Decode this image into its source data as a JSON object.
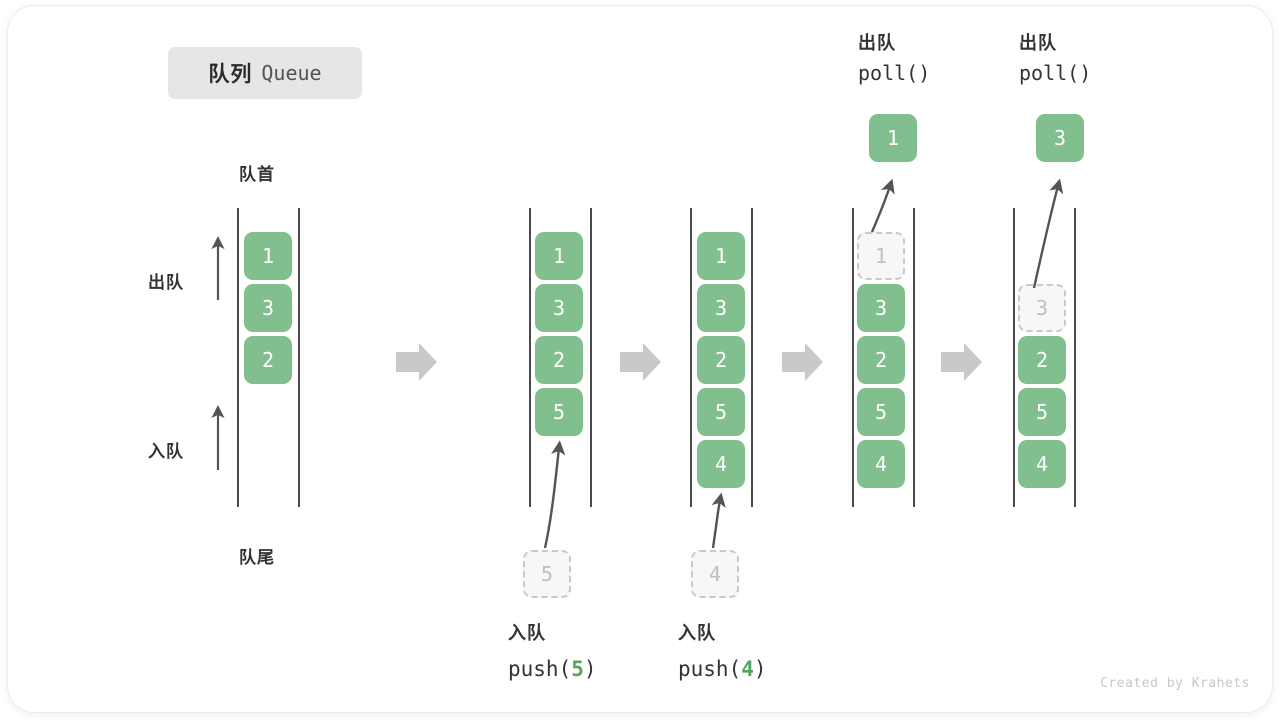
{
  "diagram": {
    "title_cn": "队列",
    "title_en": "Queue",
    "watermark": "Created by Krahets",
    "accent_green": "#81bf8e",
    "accent_green_text": "#54a55f",
    "ghost_fill": "#f7f7f7",
    "ghost_border": "#c9c9c9",
    "rail_color": "#4a4a4a",
    "arrow_color": "#c9c9c9"
  },
  "labels": {
    "front": "队首",
    "rear": "队尾",
    "dequeue": "出队",
    "enqueue": "入队"
  },
  "steps": [
    {
      "id": "initial",
      "header_cn": "",
      "header_code": "",
      "items": [
        {
          "value": "1",
          "state": "filled"
        },
        {
          "value": "3",
          "state": "filled"
        },
        {
          "value": "2",
          "state": "filled"
        }
      ],
      "incoming": null,
      "outgoing": null,
      "footer_cn": "",
      "footer_code": ""
    },
    {
      "id": "after-push-5",
      "header_cn": "",
      "header_code": "",
      "items": [
        {
          "value": "1",
          "state": "filled"
        },
        {
          "value": "3",
          "state": "filled"
        },
        {
          "value": "2",
          "state": "filled"
        },
        {
          "value": "5",
          "state": "filled"
        }
      ],
      "incoming": {
        "value": "5",
        "state": "ghost"
      },
      "outgoing": null,
      "footer_cn": "入队",
      "footer_code_prefix": "push(",
      "footer_code_arg": "5",
      "footer_code_suffix": ")"
    },
    {
      "id": "after-push-4",
      "header_cn": "",
      "header_code": "",
      "items": [
        {
          "value": "1",
          "state": "filled"
        },
        {
          "value": "3",
          "state": "filled"
        },
        {
          "value": "2",
          "state": "filled"
        },
        {
          "value": "5",
          "state": "filled"
        },
        {
          "value": "4",
          "state": "filled"
        }
      ],
      "incoming": {
        "value": "4",
        "state": "ghost"
      },
      "outgoing": null,
      "footer_cn": "入队",
      "footer_code_prefix": "push(",
      "footer_code_arg": "4",
      "footer_code_suffix": ")"
    },
    {
      "id": "after-poll-1",
      "header_cn": "出队",
      "header_code": "poll()",
      "items": [
        {
          "value": "1",
          "state": "ghost"
        },
        {
          "value": "3",
          "state": "filled"
        },
        {
          "value": "2",
          "state": "filled"
        },
        {
          "value": "5",
          "state": "filled"
        },
        {
          "value": "4",
          "state": "filled"
        }
      ],
      "outgoing": {
        "value": "1",
        "state": "filled"
      },
      "footer_cn": "",
      "footer_code": ""
    },
    {
      "id": "after-poll-3",
      "header_cn": "出队",
      "header_code": "poll()",
      "items": [
        {
          "value": "3",
          "state": "ghost"
        },
        {
          "value": "2",
          "state": "filled"
        },
        {
          "value": "5",
          "state": "filled"
        },
        {
          "value": "4",
          "state": "filled"
        }
      ],
      "outgoing": {
        "value": "3",
        "state": "filled"
      },
      "footer_cn": "",
      "footer_code": ""
    }
  ],
  "transitions": [
    "arrow-right",
    "arrow-right",
    "arrow-right",
    "arrow-right"
  ]
}
